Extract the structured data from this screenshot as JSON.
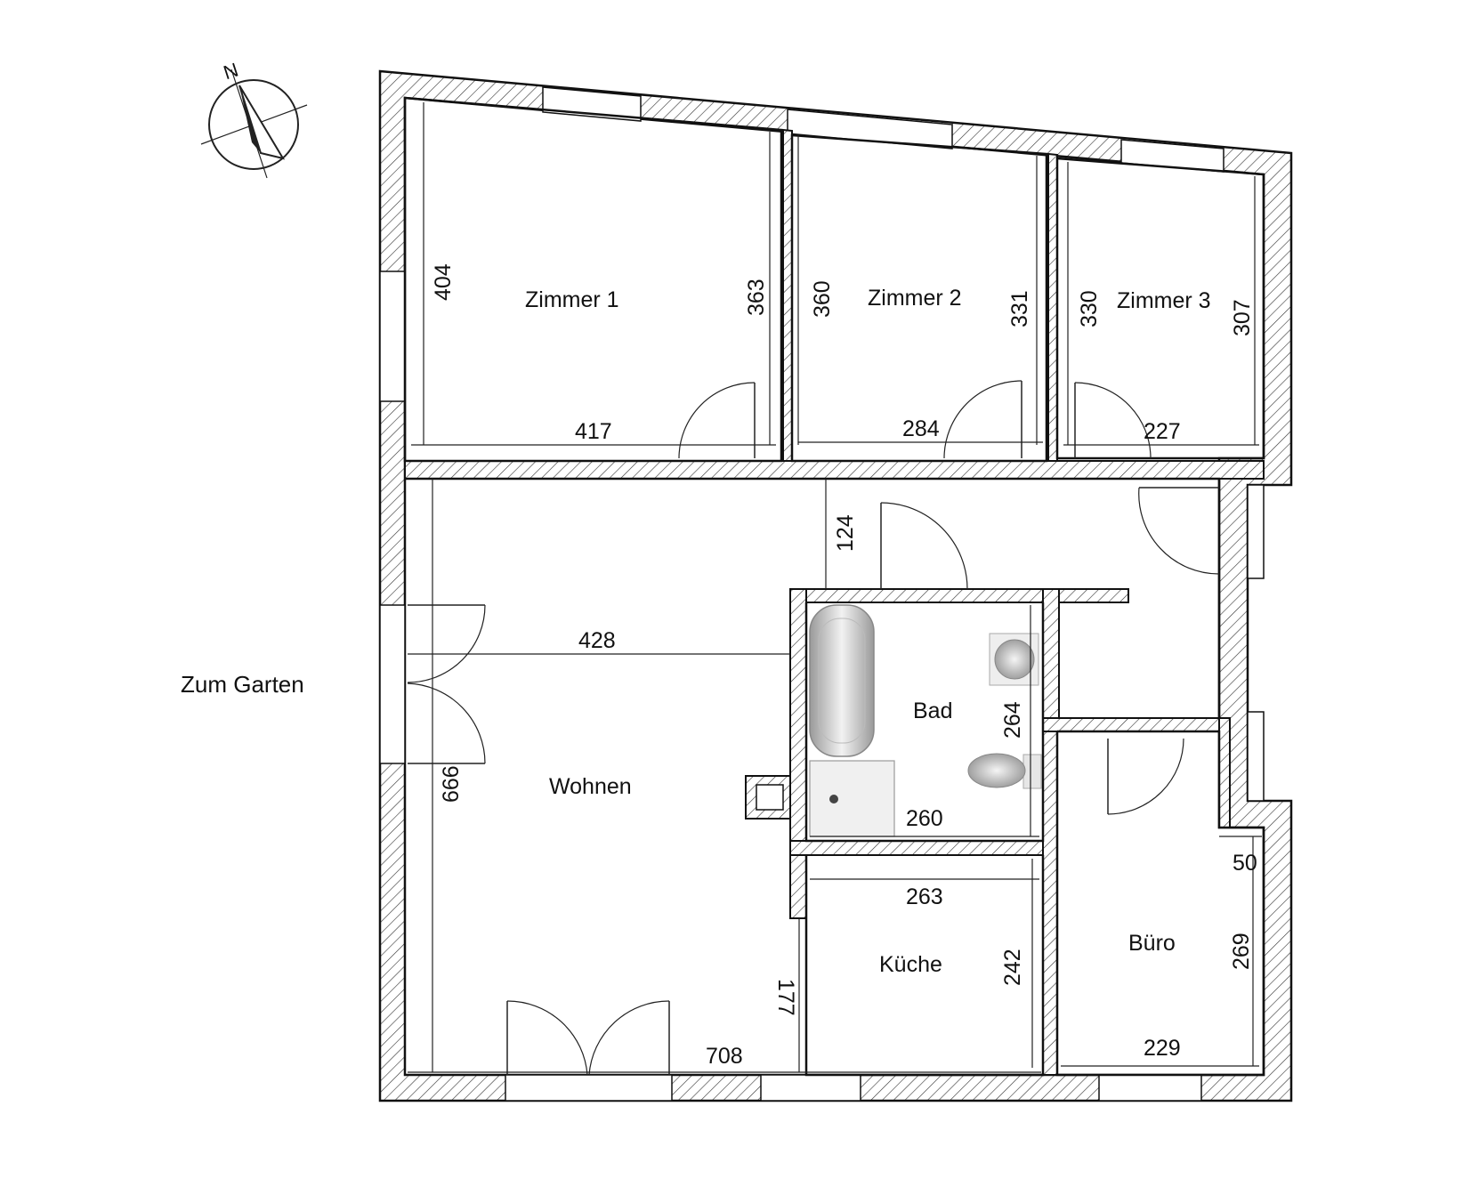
{
  "labels": {
    "garden": "Zum Garten",
    "compass_n": "N"
  },
  "rooms": {
    "zimmer1": "Zimmer 1",
    "zimmer2": "Zimmer 2",
    "zimmer3": "Zimmer 3",
    "wohnen": "Wohnen",
    "bad": "Bad",
    "kueche": "Küche",
    "buero": "Büro"
  },
  "dimensions": {
    "z1_left": "404",
    "z1_right": "363",
    "z1_width": "417",
    "z2_left": "360",
    "z2_right": "331",
    "z2_width": "284",
    "z3_left": "330",
    "z3_right": "307",
    "z3_width": "227",
    "hall": "124",
    "wohnen_width": "428",
    "wohnen_height": "666",
    "wohnen_bottom": "708",
    "bad_height": "264",
    "bad_width": "260",
    "kueche_width": "263",
    "kueche_height": "242",
    "kueche_left": "177",
    "buero_top": "50",
    "buero_height": "269",
    "buero_width": "229"
  },
  "colors": {
    "wall_line": "#111111",
    "hatch": "#333333",
    "fixture": "#c8c8c8"
  }
}
